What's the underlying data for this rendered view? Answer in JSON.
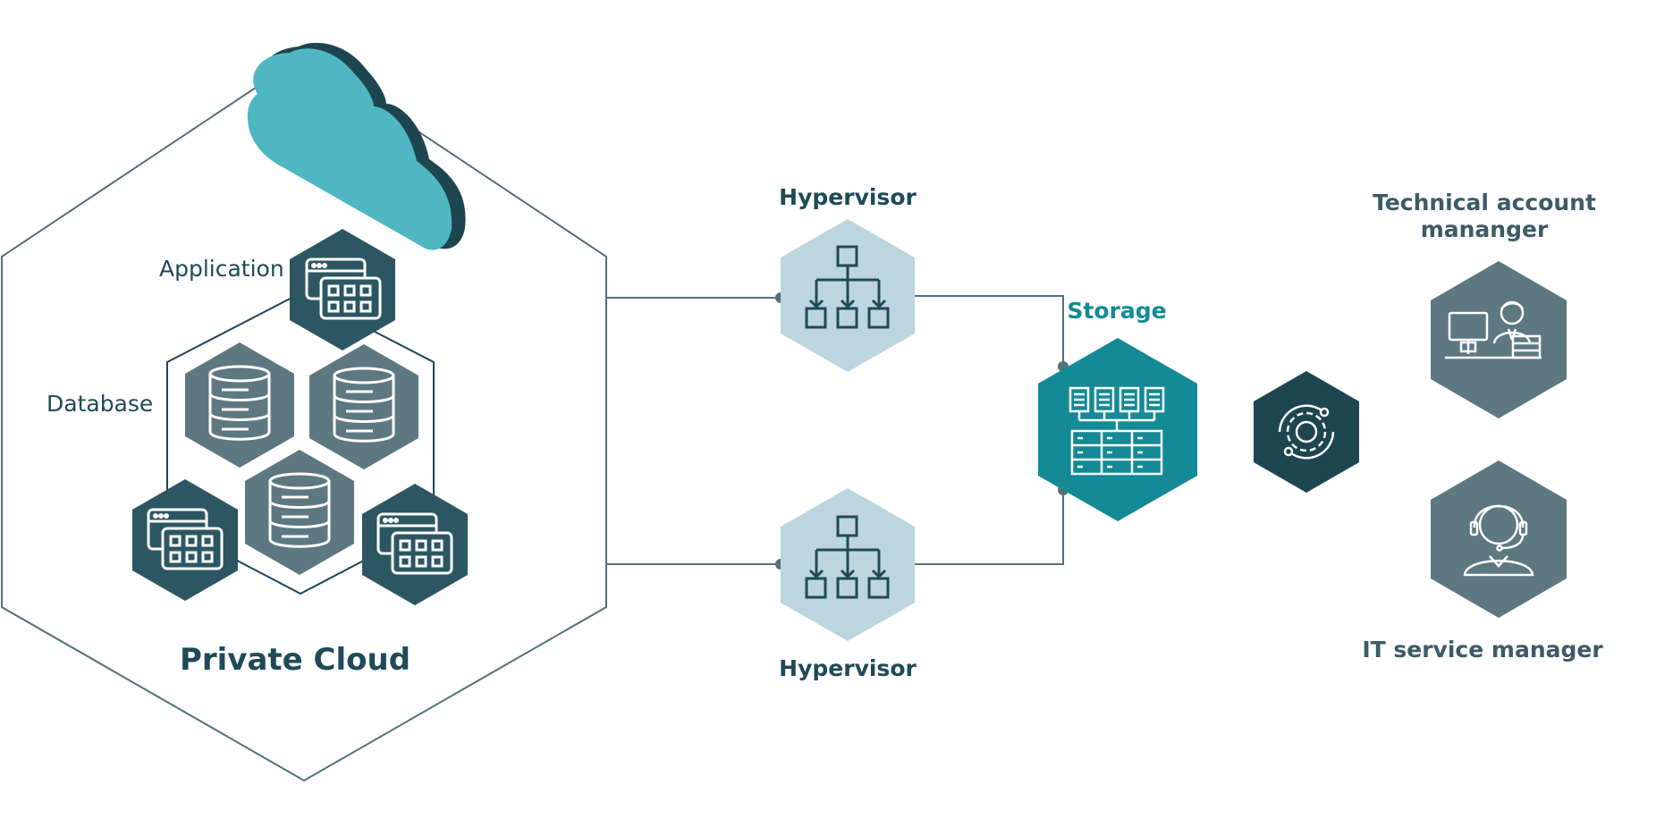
{
  "private_cloud": {
    "title": "Private Cloud",
    "label_application": "Application",
    "label_database": "Database"
  },
  "hypervisor_top": {
    "label": "Hypervisor"
  },
  "hypervisor_bottom": {
    "label": "Hypervisor"
  },
  "storage": {
    "label": "Storage"
  },
  "technical_account_manager": {
    "label_line1": "Technical account",
    "label_line2": "mananger"
  },
  "it_service_manager": {
    "label": "IT service manager"
  },
  "colors": {
    "dark_slate": "#2c5662",
    "slate_gray": "#5d7880",
    "light_blue": "#bcd5de",
    "teal": "#138a95",
    "cloud": "#4fb7c1",
    "cloud_shadow": "#1e4650",
    "line": "#557079",
    "text_dark": "#1f4a57",
    "text_teal": "#138a95"
  },
  "icons": {
    "cloud": "cloud-icon",
    "application": "app-window-icon",
    "database": "database-icon",
    "hypervisor": "hierarchy-icon",
    "storage": "server-rack-icon",
    "settings": "gear-cycle-icon",
    "technical_account_manager": "person-desk-icon",
    "it_service_manager": "headset-agent-icon"
  }
}
